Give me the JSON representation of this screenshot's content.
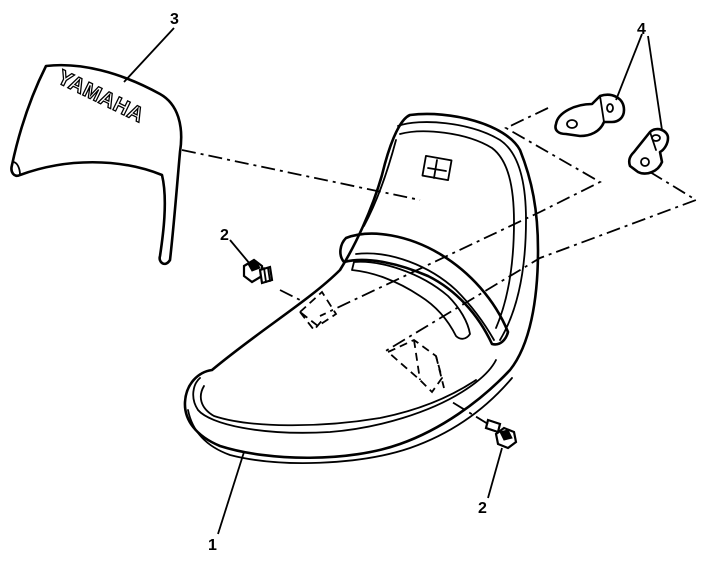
{
  "callouts": {
    "seat": "1",
    "bolt_upper": "2",
    "bolt_lower": "2",
    "cover": "3",
    "brackets": "4"
  },
  "cover_logo_text": "YAMAHA"
}
